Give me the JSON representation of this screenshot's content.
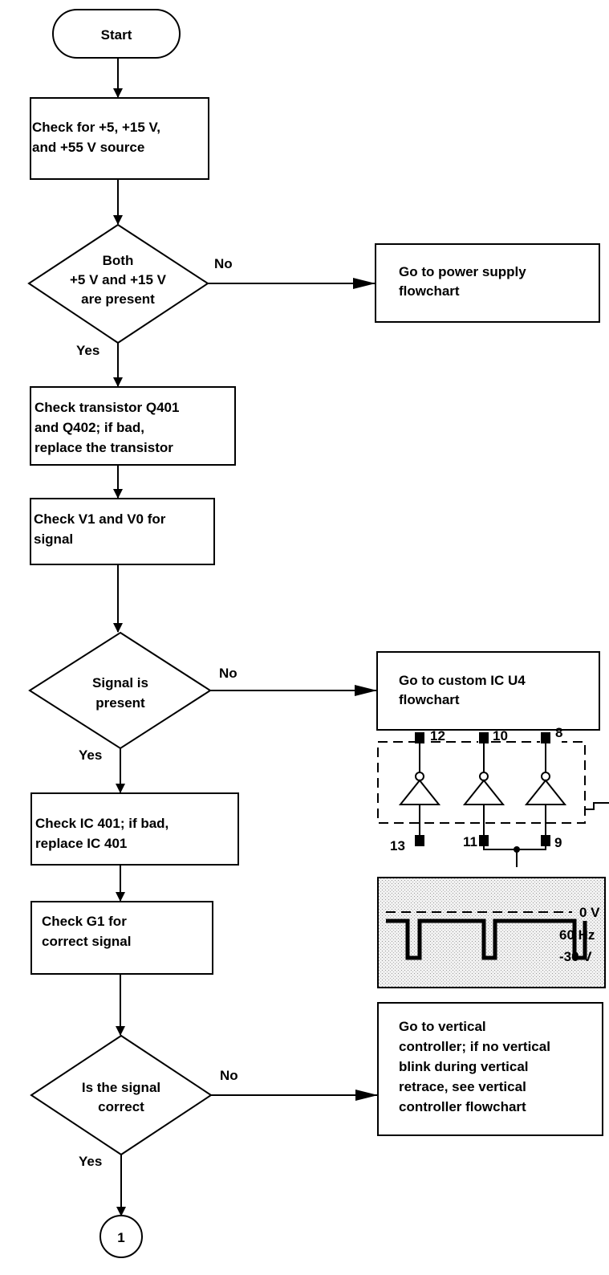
{
  "nodes": {
    "start": "Start",
    "check_sources": [
      "Check for +5, +15 V,",
      "and +55 V source"
    ],
    "decision_voltages": [
      "Both",
      "+5 V and +15 V",
      "are present"
    ],
    "power_supply": [
      "Go to power supply",
      "flowchart"
    ],
    "check_transistors": [
      "Check transistor Q401",
      "and Q402; if bad,",
      "replace the transistor"
    ],
    "check_v1_v0": [
      "Check V1 and V0 for",
      "signal"
    ],
    "decision_signal": [
      "Signal is",
      "present"
    ],
    "custom_ic": [
      "Go to custom IC U4",
      "flowchart"
    ],
    "check_ic401": [
      "Check IC 401; if bad,",
      "replace IC 401"
    ],
    "check_g1": [
      "Check G1 for",
      "correct signal"
    ],
    "decision_correct": [
      "Is the signal",
      "correct"
    ],
    "vertical_controller": [
      "Go to vertical",
      "controller; if no vertical",
      "blink during vertical",
      "retrace, see vertical",
      "controller flowchart"
    ],
    "connector": "1"
  },
  "branches": {
    "no": "No",
    "yes": "Yes"
  },
  "ic_pins": {
    "top": [
      "12",
      "10",
      "8"
    ],
    "bottom": [
      "13",
      "11",
      "9"
    ]
  },
  "waveform": {
    "level_high": "0 V",
    "frequency": "60 Hz",
    "level_low": "-30 V"
  }
}
